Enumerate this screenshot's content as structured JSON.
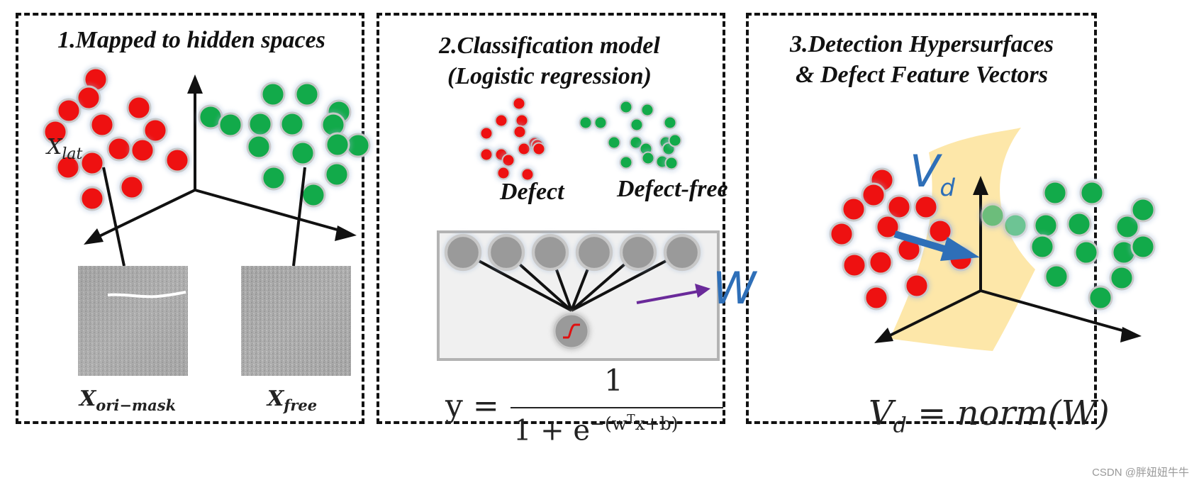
{
  "panel1": {
    "title": "1.Mapped to hidden spaces",
    "xlat_label": "X",
    "xlat_sub": "lat",
    "image1_label": "X",
    "image1_sub": "ori−mask",
    "image2_label": "X",
    "image2_sub": "free"
  },
  "panel2": {
    "title_line1": "2.Classification model",
    "title_line2": "(Logistic regression)",
    "defect_label": "Defect",
    "defect_free_label": "Defect-free",
    "weight_label": "W",
    "formula_lhs": "y =",
    "formula_numerator": "1",
    "formula_denominator": "1 + e",
    "formula_exponent": "−(w",
    "formula_exponent_sup": "T",
    "formula_exponent_tail": "x+b)"
  },
  "panel3": {
    "title_line1": "3.Detection Hypersurfaces",
    "title_line2": "& Defect Feature Vectors",
    "vd_label": "V",
    "vd_sub": "d",
    "formula_lhs": "V",
    "formula_sub": "d",
    "formula_rhs": " = norm(W)"
  },
  "watermark": "CSDN @胖妞妞牛牛",
  "colors": {
    "defect": "#ee1111",
    "defect_free": "#12aa4a",
    "neuron": "#9a9a9a",
    "surface": "#fde4a0",
    "arrow_blue": "#2e6fb8",
    "arrow_purple": "#6a2a9a"
  }
}
